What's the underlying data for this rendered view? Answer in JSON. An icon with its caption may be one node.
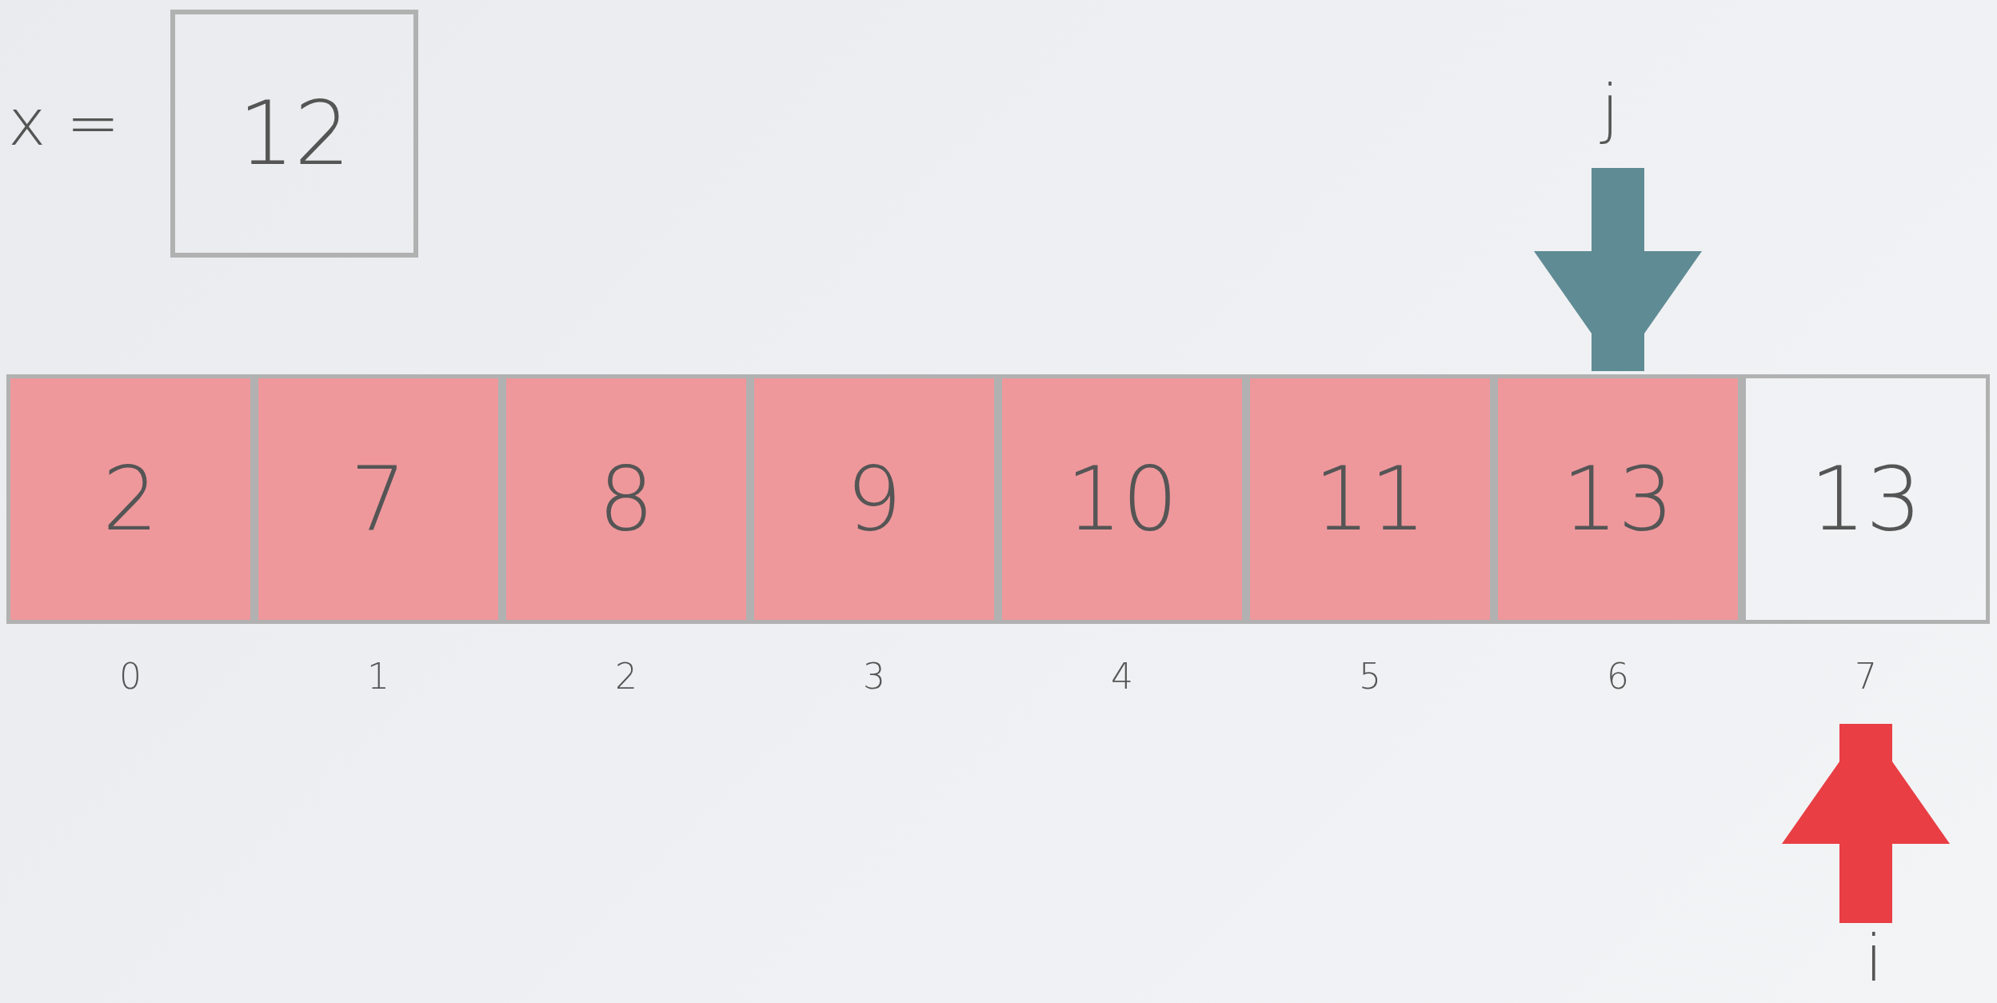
{
  "diagram": {
    "nodes": [
      {
        "text": [
          "12"
        ],
        "beside": [
          "x ="
        ]
      },
      {
        "text": [
          "2"
        ]
      },
      {
        "text": [
          "7"
        ]
      },
      {
        "text": [
          "8"
        ]
      },
      {
        "text": [
          "9"
        ]
      },
      {
        "text": [
          "10"
        ]
      },
      {
        "text": [
          "11"
        ]
      },
      {
        "text": [
          "13"
        ]
      },
      {
        "text": [
          "13"
        ]
      },
      {
        "text": [
          "j"
        ]
      },
      {
        "text": [
          "i"
        ]
      }
    ],
    "edges": [
      {
        "from": 9,
        "to": 7,
        "arrow": "to",
        "color": "#5f8b94"
      },
      {
        "from": 10,
        "to": 8,
        "arrow": "to",
        "color": "#e83e44"
      }
    ],
    "labels": [
      "0",
      "1",
      "2",
      "3",
      "4",
      "5",
      "6",
      "7"
    ]
  }
}
